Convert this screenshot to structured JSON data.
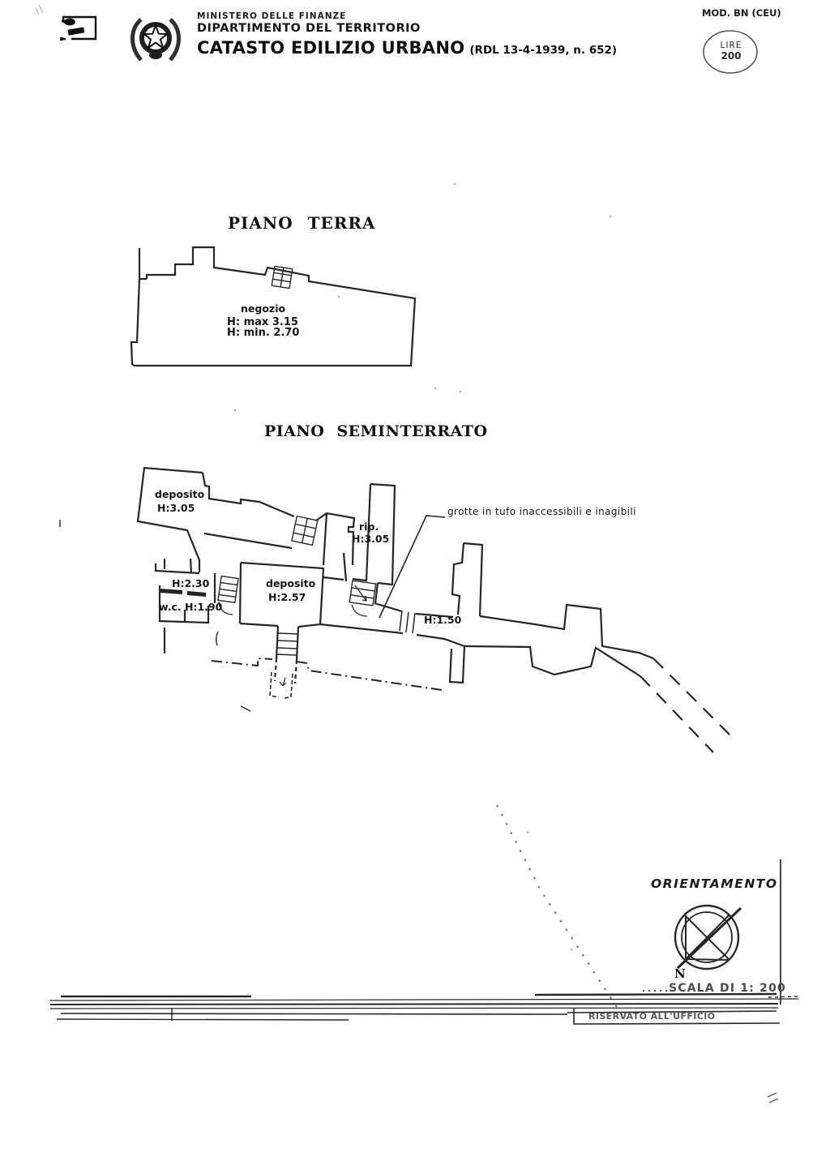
{
  "header": {
    "ministry_line1": "MINISTERO DELLE FINANZE",
    "ministry_line2": "DIPARTIMENTO DEL TERRITORIO",
    "registry_title": "CATASTO EDILIZIO URBANO",
    "registry_reference": "(RDL 13-4-1939, n. 652)",
    "mod_label": "MOD. BN (CEU)",
    "fee_stamp": {
      "line1": "LIRE",
      "line2": "200"
    }
  },
  "piano_terra": {
    "title": "PIANO TERRA",
    "room": {
      "name": "negozio",
      "h_max": "H: max 3.15",
      "h_min": "H: min. 2.70"
    }
  },
  "piano_seminterrato": {
    "title": "PIANO SEMINTERRATO",
    "deposito_left": {
      "name": "deposito",
      "height": "H:3.05"
    },
    "rip": {
      "name": "rip.",
      "height": "H:3.05"
    },
    "h_230": "H:2.30",
    "wc": "w.c.  H:1.90",
    "deposito_center": {
      "name": "deposito",
      "height": "H:2.57"
    },
    "h_150": "H:1.50",
    "grotte_note": "grotte in tufo inaccessibili e inagibili"
  },
  "footer": {
    "orientation_label": "ORIENTAMENTO",
    "north_label": "N",
    "scale_label": "SCALA DI 1: 200",
    "office_label": "RISERVATO ALL'UFFICIO"
  }
}
